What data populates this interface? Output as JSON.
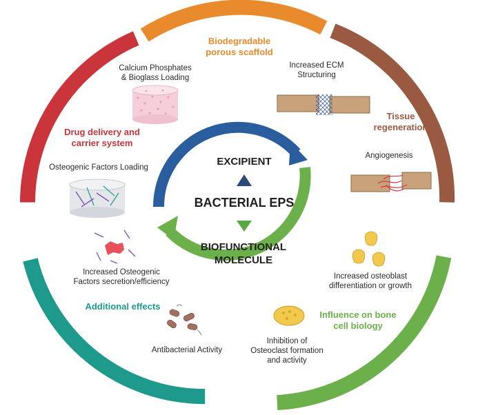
{
  "diagram": {
    "center_title": "BACTERIAL EPS",
    "upper_role": "EXCIPIENT",
    "lower_role": "BIOFUNCTIONAL\nMOLECULE",
    "sections": {
      "scaffold": {
        "title": "Biodegradable\nporous scaffold",
        "color": "#e98a2c"
      },
      "tissue": {
        "title": "Tissue\nregeneration",
        "color": "#9a5a41"
      },
      "bone": {
        "title": "Influence on bone\ncell biology",
        "color": "#6bb04a"
      },
      "additional": {
        "title": "Additional effects",
        "color": "#1e9a8c"
      },
      "drug": {
        "title": "Drug delivery and\ncarrier system",
        "color": "#c9353a"
      }
    },
    "items": {
      "calcium": "Calcium Phosphates\n& Bioglass Loading",
      "ecm": "Increased ECM\nStructuring",
      "angiogenesis": "Angiogenesis",
      "osteogenic_loading": "Osteogenic Factors Loading",
      "osteoblast": "Increased osteoblast\ndifferentiation or growth",
      "osteoclast": "Inhibition of\nOsteoclast formation\nand activity",
      "osteogenic_secretion": "Increased Osteogenic\nFactors secretion/efficiency",
      "antibacterial": "Antibacterial Activity"
    },
    "colors": {
      "blue_arrow": "#2a5d9e",
      "green_arrow": "#6bb04a",
      "navy_triangle": "#2c4a78",
      "green_triangle": "#5aa83f"
    }
  }
}
